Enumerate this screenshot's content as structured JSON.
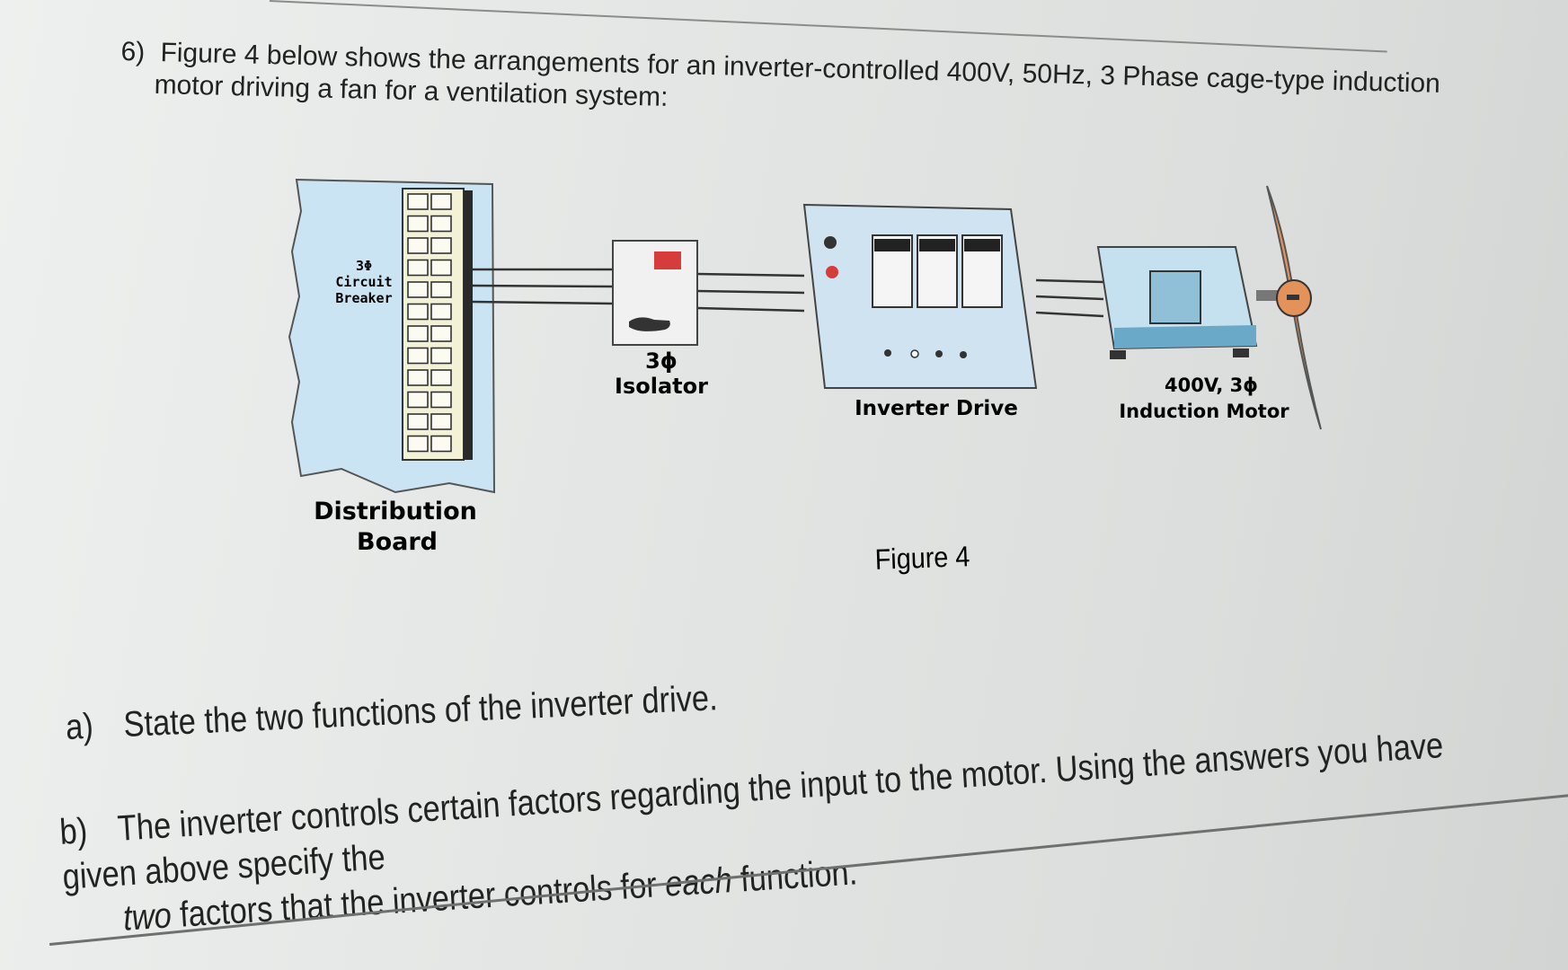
{
  "question": {
    "number": "6)",
    "line1": "Figure 4 below shows the arrangements for an inverter-controlled 400V, 50Hz, 3 Phase cage-type induction",
    "line2": "motor driving a fan for a ventilation system:"
  },
  "figure": {
    "caption": "Figure 4",
    "distribution_board": {
      "label_line1": "Distribution",
      "label_line2": "Board"
    },
    "circuit_breaker": {
      "line1": "3Φ",
      "line2": "Circuit",
      "line3": "Breaker"
    },
    "isolator": {
      "line1": "3ϕ",
      "line2": "Isolator"
    },
    "inverter": {
      "label": "Inverter Drive"
    },
    "motor": {
      "line1": "400V, 3ϕ",
      "line2": "Induction Motor"
    }
  },
  "parts": {
    "a": {
      "label": "a)",
      "text": "State the two functions of the inverter drive."
    },
    "b": {
      "label": "b)",
      "line1": "The inverter controls certain factors regarding the input to the motor. Using the answers you have given above specify the",
      "line2_em1": "two",
      "line2_a": " factors that the inverter controls for ",
      "line2_em2": "each",
      "line2_b": " function."
    }
  },
  "colors": {
    "board_fill": "#cbe4f4",
    "isolator_switch": "#d63c3c",
    "fan_blade": "#e3925a",
    "inverter_fill": "#cfe3f1",
    "motor_fill": "#c5e0ef"
  }
}
